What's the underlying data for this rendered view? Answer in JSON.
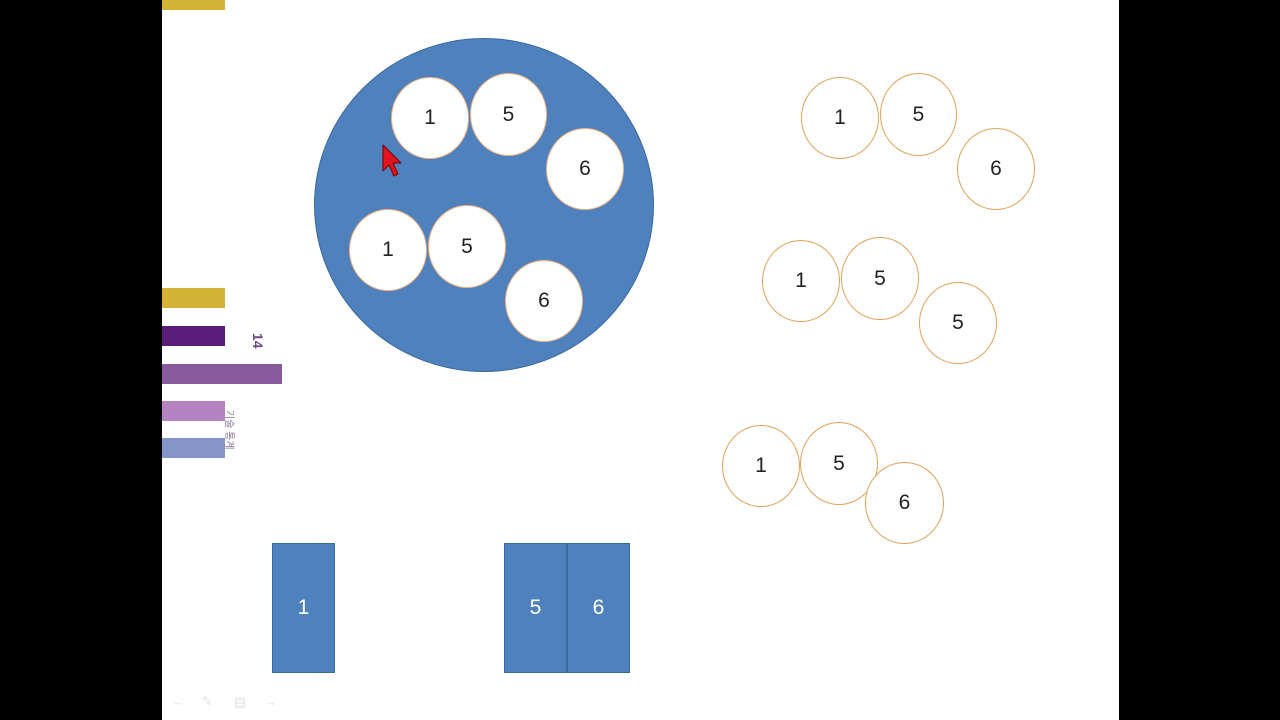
{
  "slide": {
    "side_number": "14",
    "side_label": "기술 통계",
    "bar_colors": [
      "#d4b236",
      "#5a1e7a",
      "#8a5a9e",
      "#b483c0",
      "#8496c8"
    ],
    "big_circle_balls": [
      "1",
      "5",
      "6",
      "1",
      "5",
      "6"
    ],
    "group_a": [
      "1",
      "5",
      "6"
    ],
    "group_b": [
      "1",
      "5",
      "5"
    ],
    "group_c": [
      "1",
      "5",
      "6"
    ],
    "card_left": "1",
    "card_mid": "5",
    "card_right": "6"
  },
  "icons": {
    "cursor": "arrow-cursor-icon",
    "controls": [
      "back-arrow-icon",
      "pen-icon",
      "menu-icon",
      "forward-arrow-icon"
    ]
  },
  "colors": {
    "accent_blue": "#4f81bd",
    "ball_outline": "#e3a15a"
  }
}
